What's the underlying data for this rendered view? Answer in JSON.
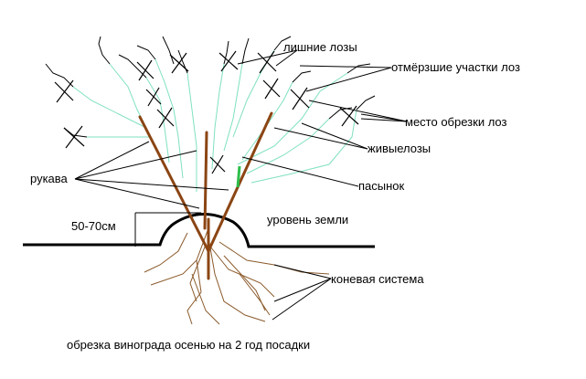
{
  "labels": {
    "excess_vines": "лишние лозы",
    "dead_parts": "отмёрзшие участки лоз",
    "cut_place": "место обрезки лоз",
    "live_vines": "живыелозы",
    "stepson": "пасынок",
    "sleeves": "рукава",
    "height": "50-70см",
    "ground_level": "уровень земли",
    "root_system": "коневая система",
    "caption": "обрезка винограда осенью на 2 год посадки"
  },
  "colors": {
    "trunk": "#8B4513",
    "live_vine": "#7FE0C0",
    "dead_vine": "#000000",
    "roots": "#8B5A2B",
    "stepson": "#2DBE4A",
    "ground": "#000000"
  },
  "icons": {
    "cut_mark": "x-cross-icon"
  }
}
